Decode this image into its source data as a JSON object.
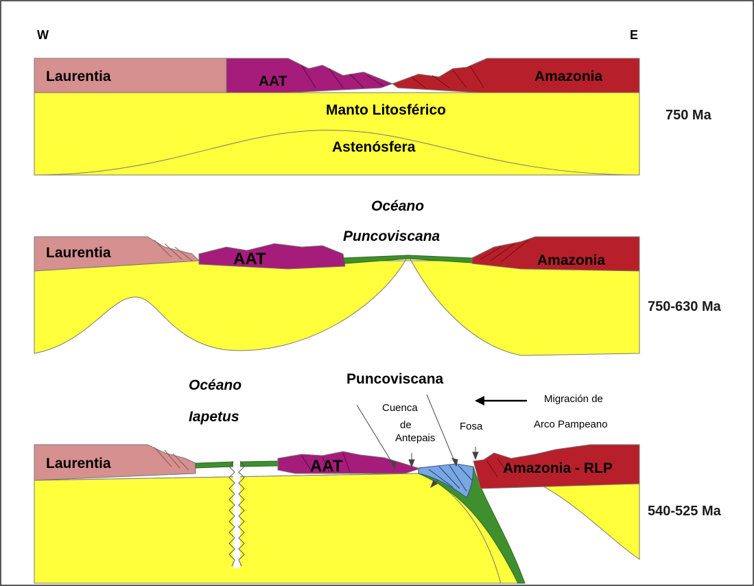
{
  "directions": {
    "west": "W",
    "east": "E"
  },
  "colors": {
    "laurentia": "#d5908f",
    "aat": "#a51c7a",
    "amazonia": "#b7202a",
    "mantle": "#ffff3c",
    "ocean_crust": "#3f8f2e",
    "accretionary": "#7aa7e0"
  },
  "panel1": {
    "laurentia": "Laurentia",
    "aat": "AAT",
    "amazonia": "Amazonia",
    "mantle": "Manto Litosférico",
    "astheno": "Astenósfera",
    "age": "750 Ma"
  },
  "panel2": {
    "ocean_line1": "Océano",
    "ocean_line2": "Puncoviscana",
    "laurentia": "Laurentia",
    "aat": "AAT",
    "amazonia": "Amazonia",
    "age": "750-630 Ma"
  },
  "panel3": {
    "iapetus_line1": "Océano",
    "iapetus_line2": "Iapetus",
    "puncoviscana": "Puncoviscana",
    "cuenca_line1": "Cuenca",
    "cuenca_line2": "de",
    "cuenca_line3": "Antepais",
    "fosa": "Fosa",
    "migracion_line1": "Migración de",
    "migracion_line2": "Arco Pampeano",
    "laurentia": "Laurentia",
    "aat": "AAT",
    "amazonia": "Amazonia - RLP",
    "age": "540-525 Ma"
  }
}
